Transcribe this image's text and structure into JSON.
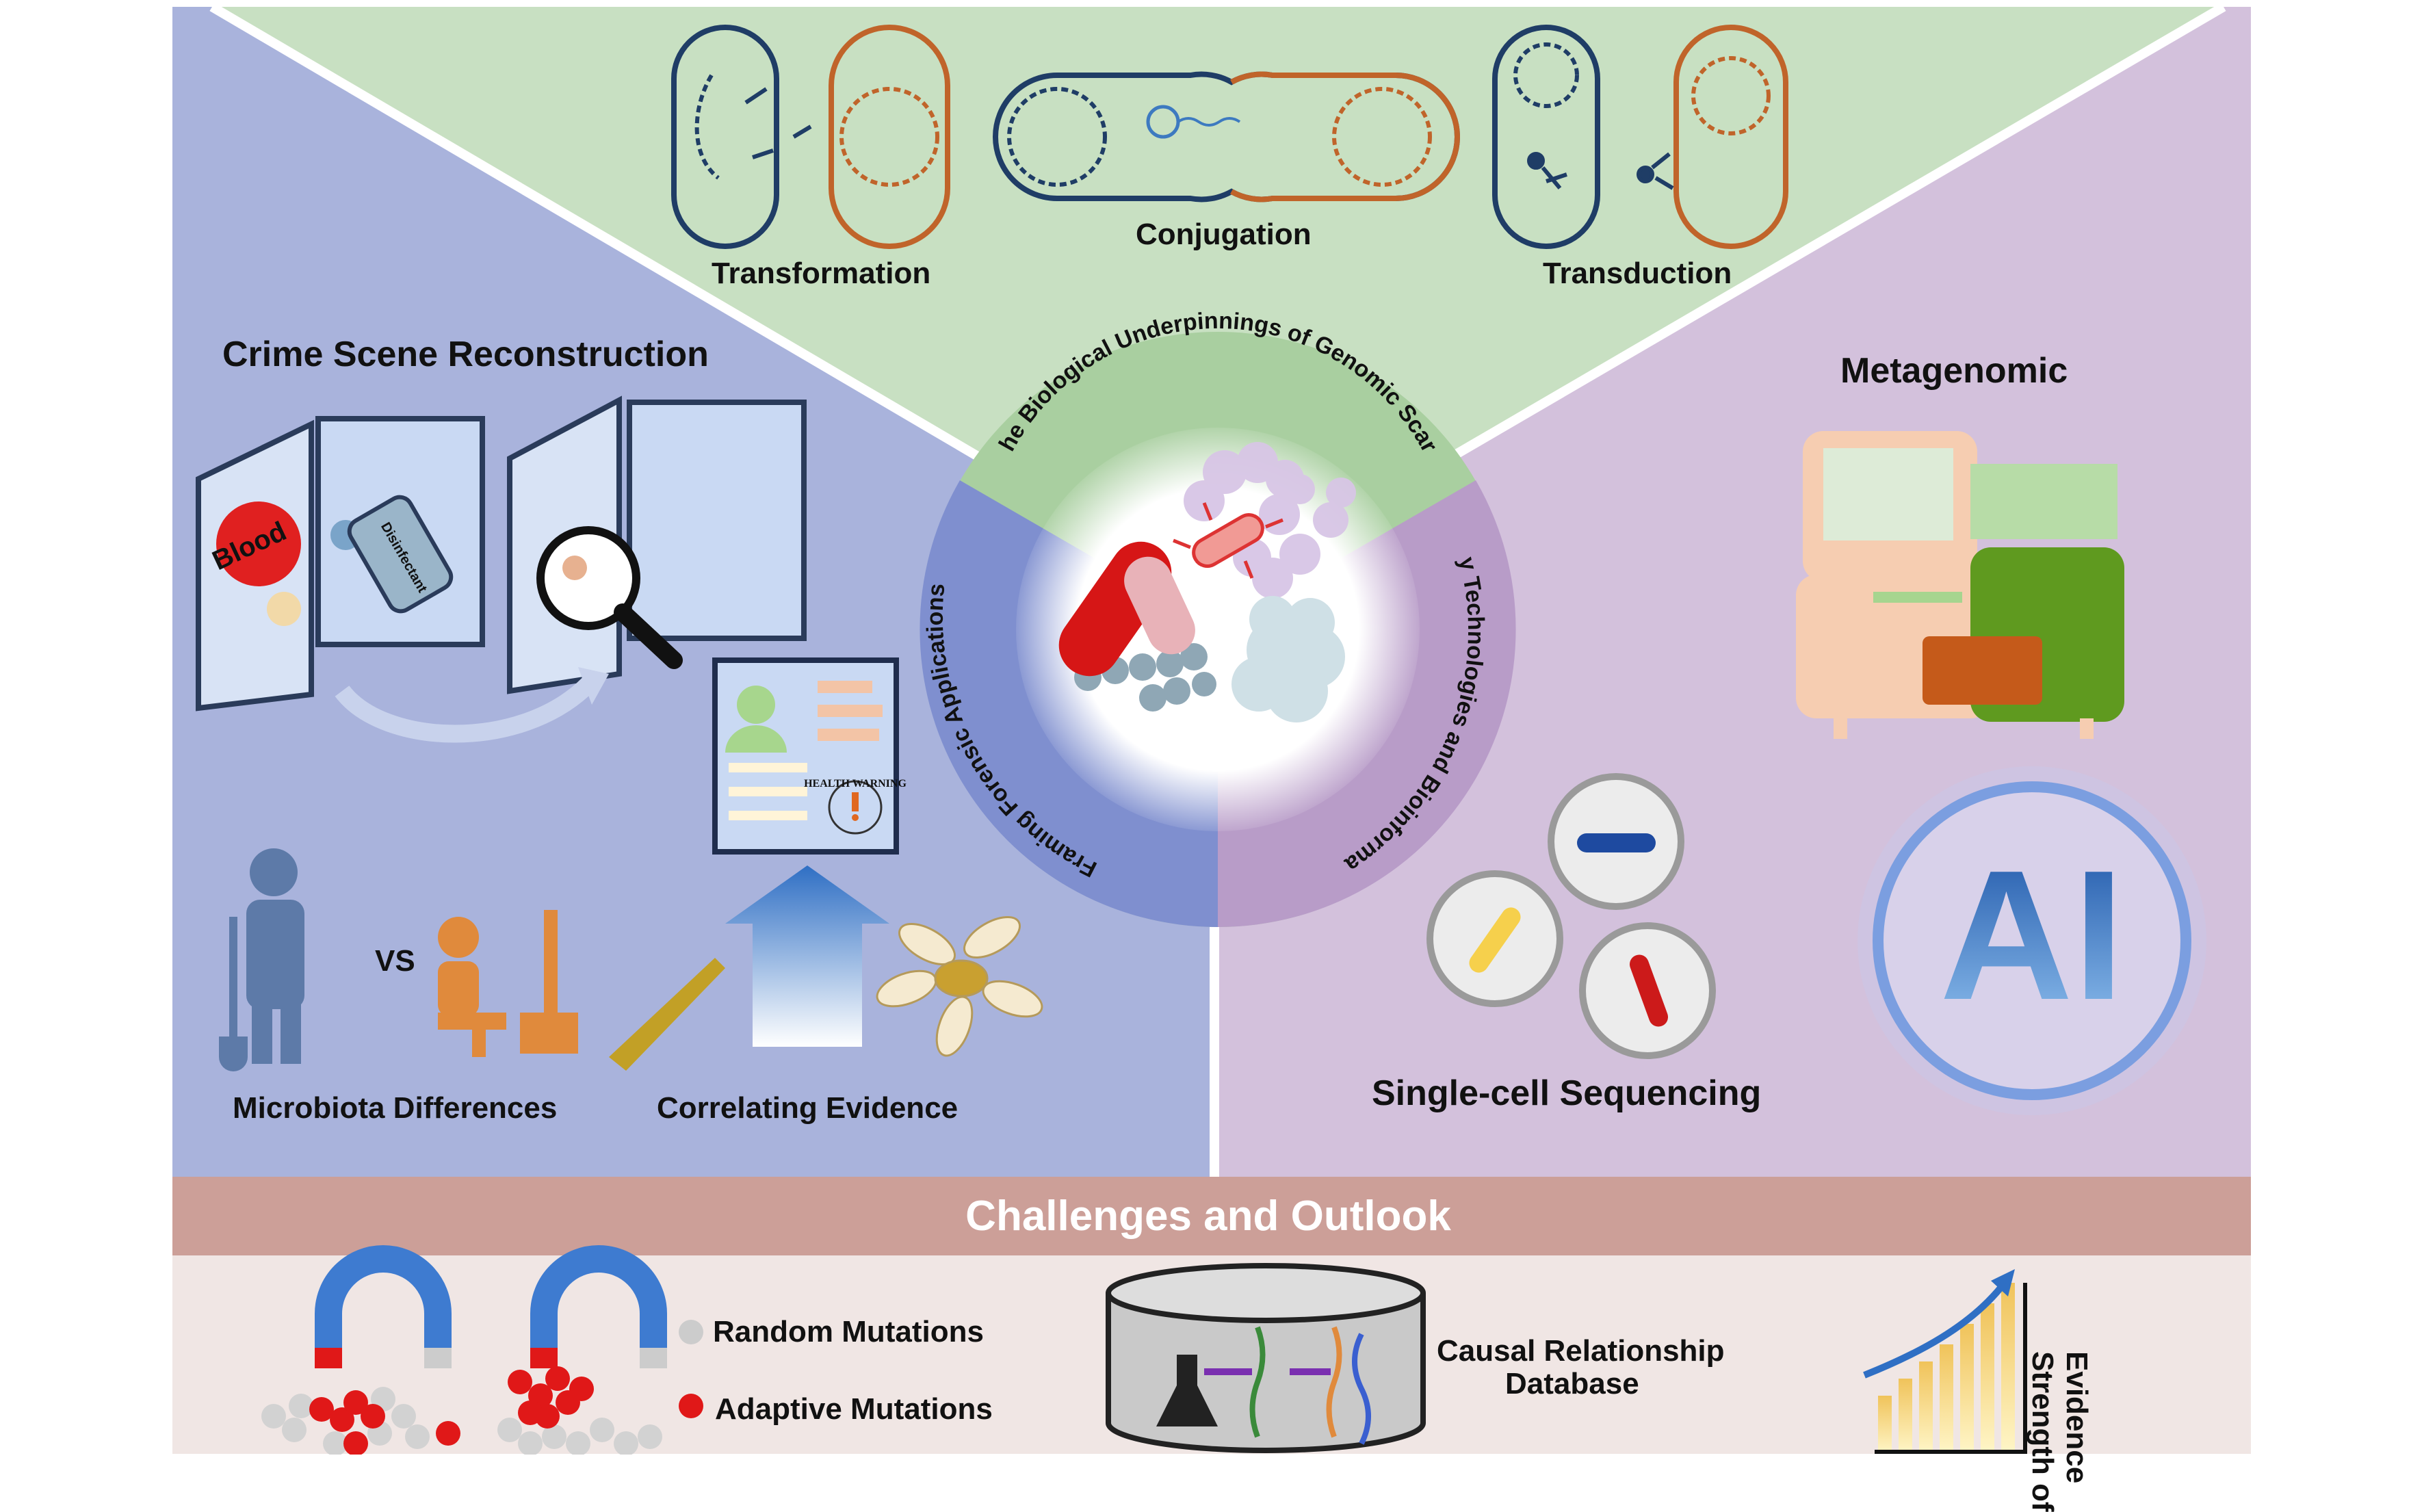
{
  "mechanisms": {
    "transformation": "Transformation",
    "conjugation": "Conjugation",
    "transduction": "Transduction"
  },
  "center": {
    "arc_top": "The Biological Underpinnings of Genomic Scars",
    "arc_left": "Framing Forensic Applications",
    "arc_right": "Key Technologies and Bioinformatic"
  },
  "left_panel": {
    "title": "Crime Scene Reconstruction",
    "blood_label": "Blood",
    "disinfectant_label": "Disinfectant",
    "health_warning": "HEALTH WARNING",
    "vs_label": "VS",
    "microbiota": "Microbiota Differences",
    "correlating": "Correlating Evidence"
  },
  "right_panel": {
    "title": "Metagenomic",
    "single_cell": "Single-cell Sequencing",
    "ai_label": "AI"
  },
  "bottom": {
    "title": "Challenges and Outlook",
    "random": "Random Mutations",
    "adaptive": "Adaptive Mutations",
    "database": "Causal Relationship Database",
    "database_line1": "Causal Relationship",
    "database_line2": "Database",
    "strength_line1": "Strength of",
    "strength_line2": "Evidence"
  },
  "colors": {
    "left_panel": "#a9b3dc",
    "top_panel": "#c8e0c2",
    "right_panel": "#d3c1dc",
    "bottom_bar": "#cc9f98",
    "bottom_bg": "#f0e6e4",
    "bacteria_blue": "#1f3d66",
    "bacteria_orange": "#c0642a"
  }
}
